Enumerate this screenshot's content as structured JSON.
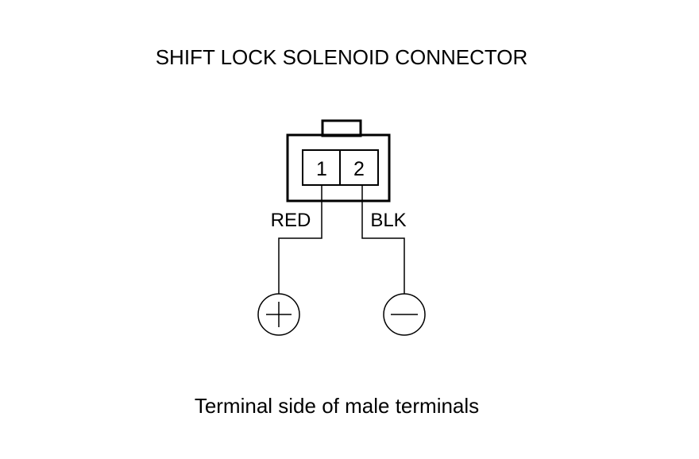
{
  "title": "SHIFT LOCK SOLENOID CONNECTOR",
  "connector": {
    "pins": [
      {
        "number": "1",
        "wire_color": "RED",
        "polarity": "positive"
      },
      {
        "number": "2",
        "wire_color": "BLK",
        "polarity": "negative"
      }
    ]
  },
  "symbols": {
    "positive": "plus-icon",
    "negative": "minus-icon"
  },
  "caption": "Terminal side of male terminals"
}
